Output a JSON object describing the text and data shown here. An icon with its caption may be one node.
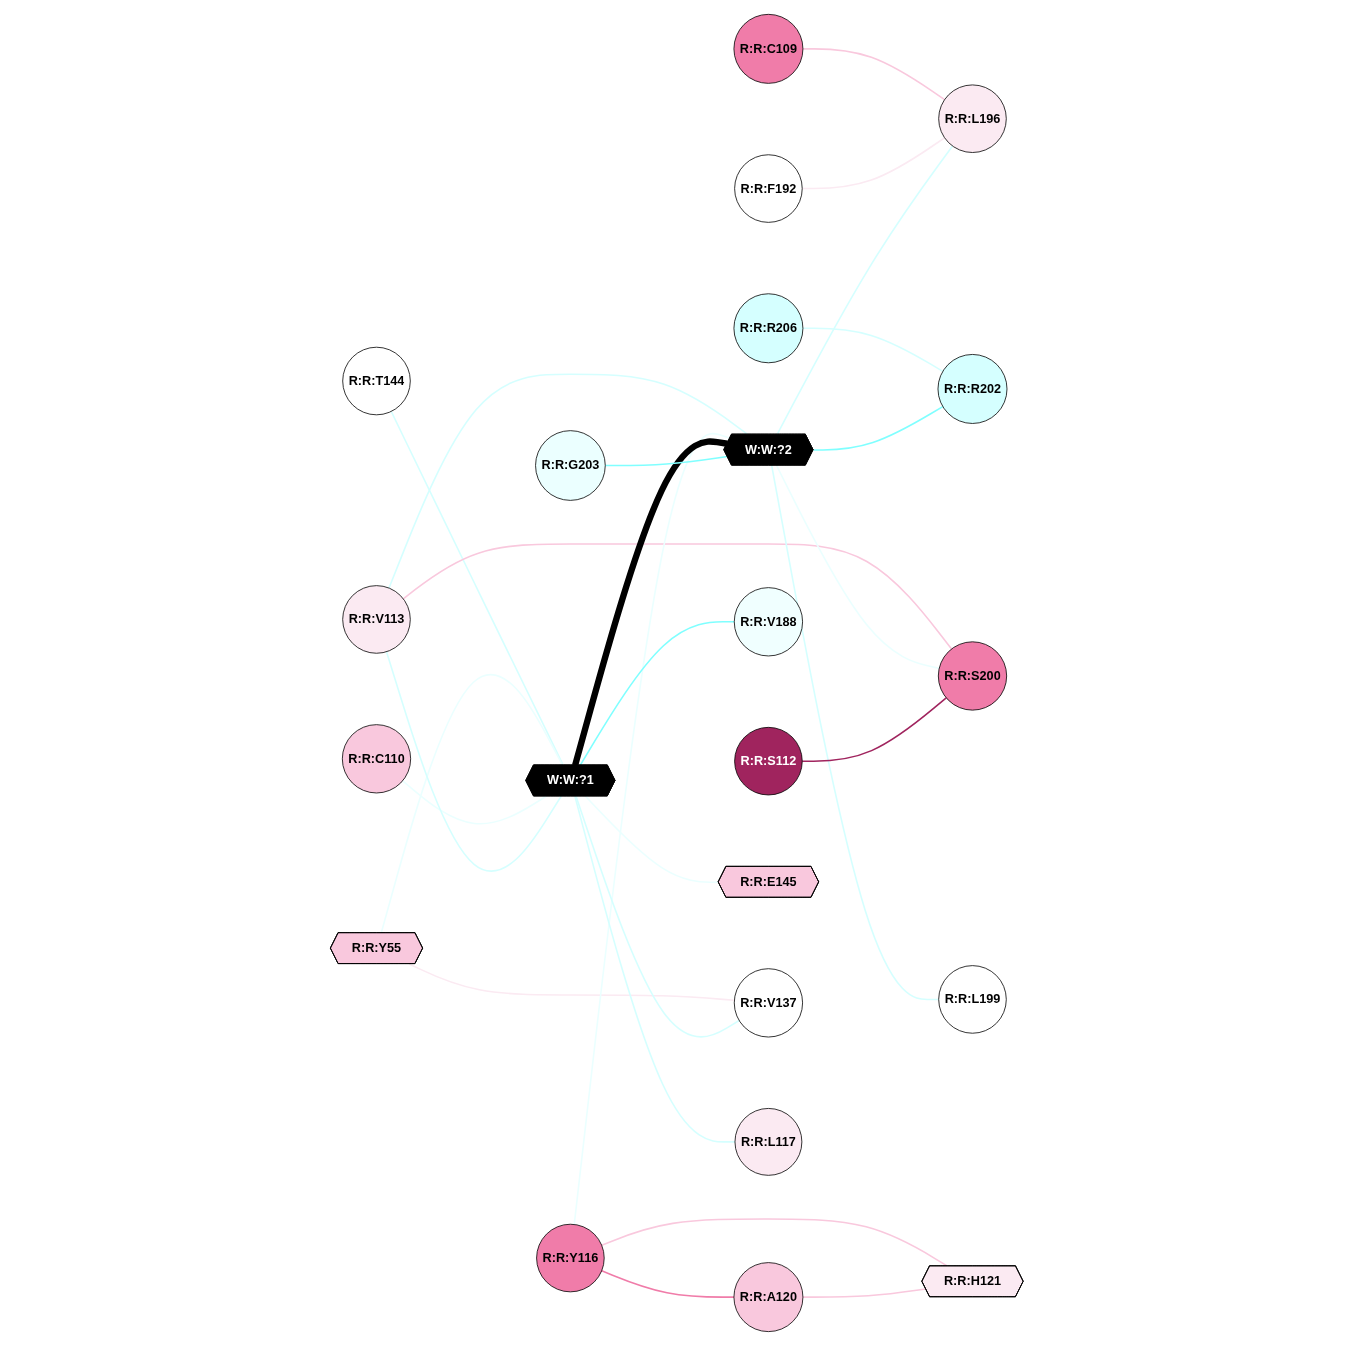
{
  "diagram": {
    "nodes": [
      {
        "text": [
          "R:R:Y55"
        ]
      },
      {
        "text": [
          "R:R:T144"
        ]
      },
      {
        "text": [
          "R:R:C109"
        ]
      },
      {
        "text": [
          "R:R:R206"
        ]
      },
      {
        "text": [
          "R:R:V113"
        ]
      },
      {
        "text": [
          "R:R:C110"
        ]
      },
      {
        "text": [
          "W:W:?1"
        ]
      },
      {
        "text": [
          "R:R:Y116"
        ]
      },
      {
        "text": [
          "R:R:F192"
        ]
      },
      {
        "text": [
          "R:R:S112"
        ]
      },
      {
        "text": [
          "R:R:G203"
        ]
      },
      {
        "text": [
          "W:W:?2"
        ]
      },
      {
        "text": [
          "R:R:L196"
        ]
      },
      {
        "text": [
          "R:R:V188"
        ]
      },
      {
        "text": [
          "R:R:R202"
        ]
      },
      {
        "text": [
          "R:R:A120"
        ]
      },
      {
        "text": [
          "R:R:L199"
        ]
      },
      {
        "text": [
          "R:R:S200"
        ]
      },
      {
        "text": [
          "R:R:E145"
        ]
      },
      {
        "text": [
          "R:R:H121"
        ]
      },
      {
        "text": [
          "R:R:V137"
        ]
      },
      {
        "text": [
          "R:R:L117"
        ]
      }
    ],
    "edges": [
      {
        "from": 1,
        "to": 6,
        "arrow": "none",
        "color": "#d5ffff"
      },
      {
        "from": 0,
        "to": 6,
        "arrow": "none",
        "color": "#ebffff"
      },
      {
        "from": 0,
        "to": 20,
        "arrow": "none",
        "color": "#fbeaf2"
      },
      {
        "from": 2,
        "to": 12,
        "arrow": "none",
        "color": "#f9c8dd"
      },
      {
        "from": 5,
        "to": 6,
        "arrow": "none",
        "color": "#ebffff"
      },
      {
        "from": 4,
        "to": 6,
        "arrow": "none",
        "color": "#d5ffff"
      },
      {
        "from": 4,
        "to": 17,
        "arrow": "none",
        "color": "#f9c8dd"
      },
      {
        "from": 4,
        "to": 11,
        "arrow": "none",
        "color": "#d5ffff"
      },
      {
        "from": 3,
        "to": 14,
        "arrow": "none",
        "color": "#d5ffff"
      },
      {
        "from": 7,
        "to": 11,
        "arrow": "none",
        "color": "#ebffff"
      },
      {
        "from": 7,
        "to": 15,
        "arrow": "none",
        "color": "#f07ca9"
      },
      {
        "from": 7,
        "to": 19,
        "arrow": "none",
        "color": "#f9c8dd"
      },
      {
        "from": 8,
        "to": 12,
        "arrow": "none",
        "color": "#fbeaf2"
      },
      {
        "from": 6,
        "to": 11,
        "arrow": "none",
        "style": "thick",
        "color": "#000000"
      },
      {
        "from": 6,
        "to": 13,
        "arrow": "none",
        "color": "#80ffff"
      },
      {
        "from": 6,
        "to": 18,
        "arrow": "none",
        "color": "#ebffff"
      },
      {
        "from": 6,
        "to": 20,
        "arrow": "none",
        "color": "#d5ffff"
      },
      {
        "from": 6,
        "to": 21,
        "arrow": "none",
        "color": "#d5ffff"
      },
      {
        "from": 10,
        "to": 11,
        "arrow": "none",
        "color": "#80ffff"
      },
      {
        "from": 11,
        "to": 12,
        "arrow": "none",
        "color": "#d5ffff"
      },
      {
        "from": 11,
        "to": 14,
        "arrow": "none",
        "color": "#80ffff"
      },
      {
        "from": 11,
        "to": 17,
        "arrow": "none",
        "color": "#ebffff"
      },
      {
        "from": 11,
        "to": 16,
        "arrow": "none",
        "color": "#d5ffff"
      },
      {
        "from": 9,
        "to": 17,
        "arrow": "none",
        "color": "#a0245e"
      },
      {
        "from": 15,
        "to": 19,
        "arrow": "none",
        "color": "#f9c8dd"
      }
    ]
  }
}
